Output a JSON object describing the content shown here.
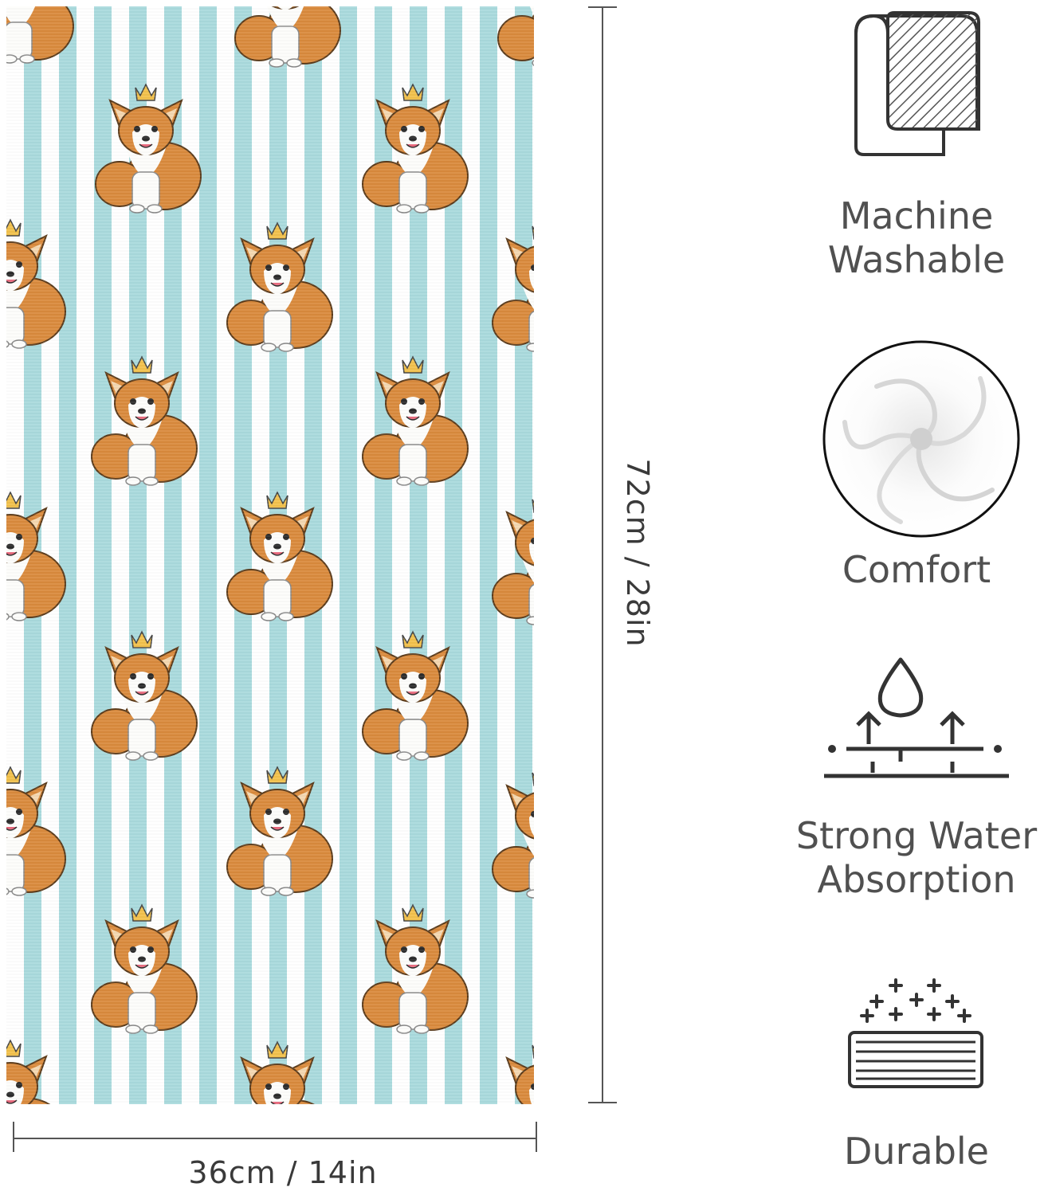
{
  "dimensions": {
    "height_label": "72cm / 28in",
    "width_label": "36cm / 14in"
  },
  "features": [
    {
      "icon": "machine-washable-icon",
      "label": "Machine Washable"
    },
    {
      "icon": "comfort-towel-swirl-icon",
      "label": "Comfort"
    },
    {
      "icon": "water-absorption-icon",
      "label": "Strong Water Absorption"
    },
    {
      "icon": "durable-fabric-icon",
      "label": "Durable"
    }
  ],
  "colors": {
    "stripe_blue": "#a9dadd",
    "stripe_white": "#ffffff",
    "corgi_orange": "#d98a3c",
    "crown_gold": "#f2c14b",
    "text": "#505050"
  }
}
